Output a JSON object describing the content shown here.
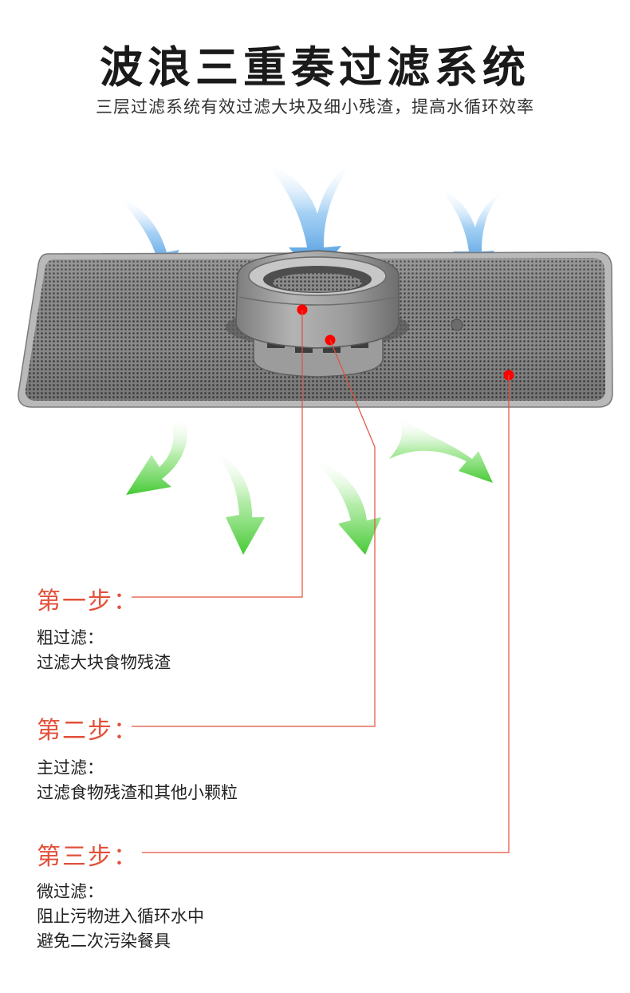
{
  "header": {
    "title": "波浪三重奏过滤系统",
    "subtitle": "三层过滤系统有效过滤大块及细小残渣，提高水循环效率"
  },
  "steps": [
    {
      "title": "第一步：",
      "heading": "粗过滤：",
      "lines": [
        "过滤大块食物残渣"
      ]
    },
    {
      "title": "第二步：",
      "heading": "主过滤：",
      "lines": [
        "过滤食物残渣和其他小颗粒"
      ]
    },
    {
      "title": "第三步：",
      "heading": "微过滤：",
      "lines": [
        "阻止污物进入循环水中",
        "避免二次污染餐具"
      ]
    }
  ],
  "colors": {
    "accent": "#e2503a",
    "marker": "#ff0000",
    "inflow_arrow": "#3a8fd8",
    "outflow_arrow": "#4fcf3a"
  }
}
